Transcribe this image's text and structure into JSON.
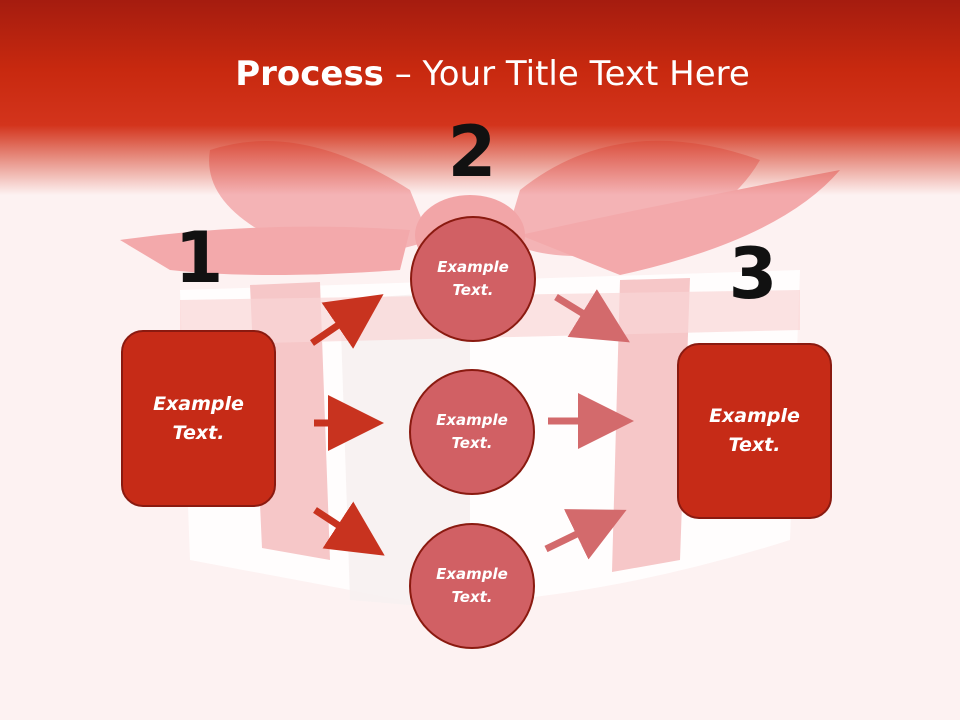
{
  "title": {
    "bold": "Process",
    "rest": " – Your Title Text Here"
  },
  "steps": {
    "one": "1",
    "two": "2",
    "three": "3"
  },
  "left_box": {
    "text": "Example Text."
  },
  "right_box": {
    "text": "Example Text."
  },
  "circles": [
    {
      "text": "Example Text."
    },
    {
      "text": "Example Text."
    },
    {
      "text": "Example Text."
    }
  ],
  "colors": {
    "header_red": "#c8290f",
    "box_red": "#c62b17",
    "circle_pink": "#d16064",
    "left_arrow": "#c8331f",
    "right_arrow": "#d36a6c"
  },
  "icons": {
    "background": "gift-box-with-ribbon"
  }
}
